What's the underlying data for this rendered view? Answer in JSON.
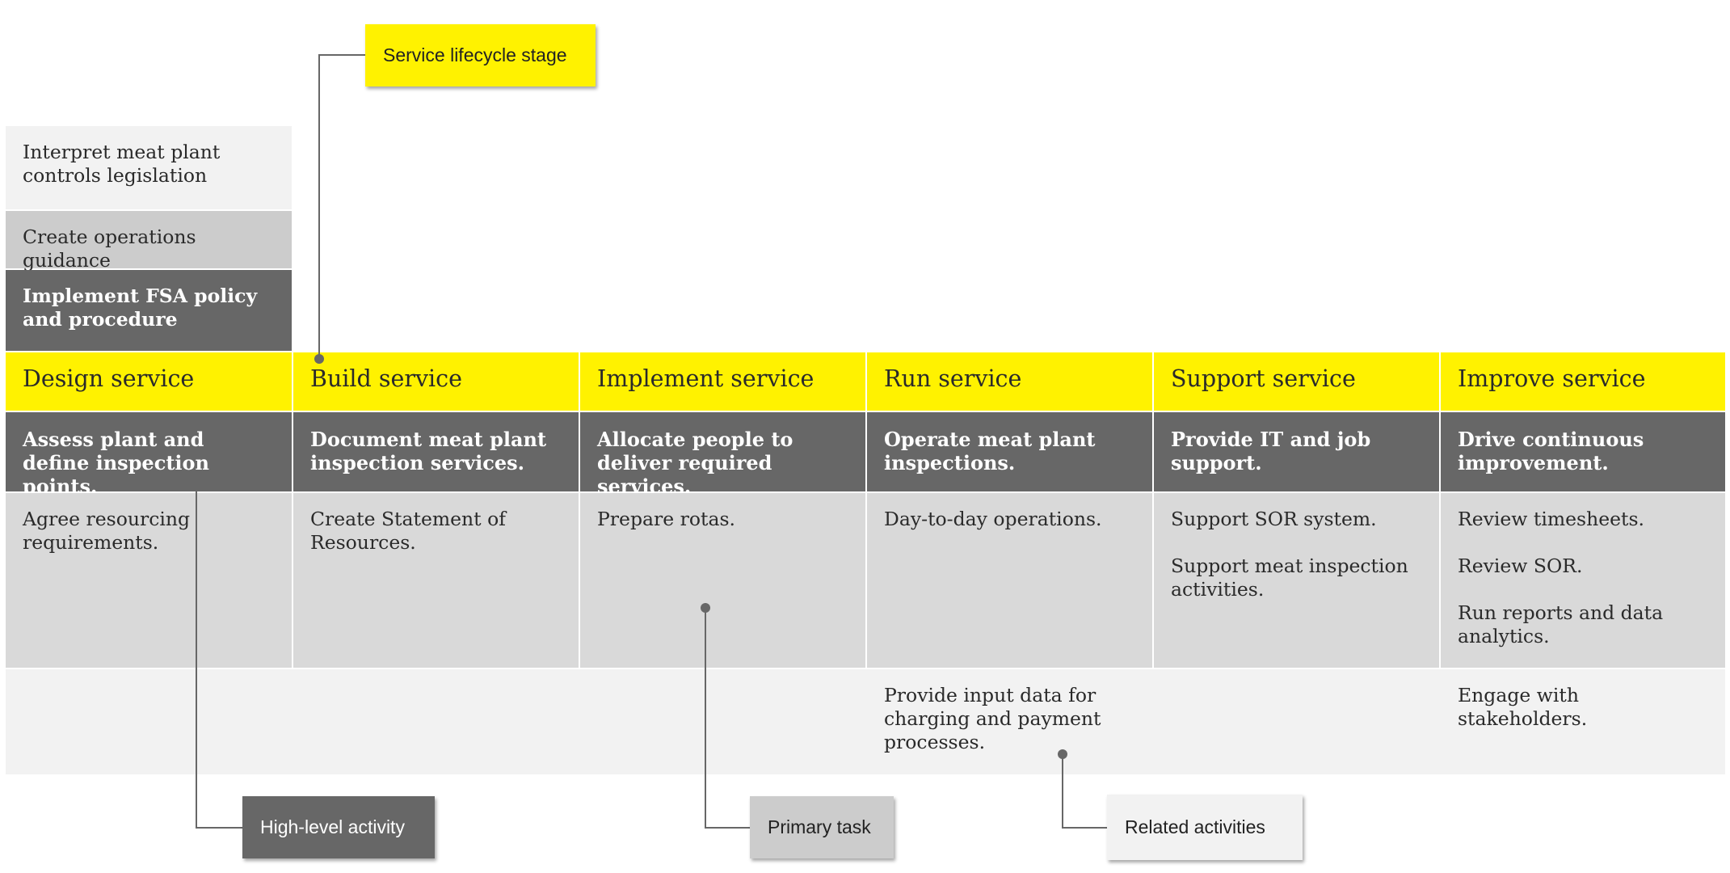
{
  "left_stack": [
    {
      "label": "Interpret meat plant controls legislation",
      "color": "#f2f2f2"
    },
    {
      "label": "Create operations guidance",
      "color": "#cccccc"
    },
    {
      "label": "Implement FSA policy and procedure",
      "color": "#676767"
    }
  ],
  "columns": [
    {
      "stage": "Design service",
      "activity": "Assess plant and define inspection points.",
      "tasks": [
        "Agree resourcing requirements."
      ],
      "related": []
    },
    {
      "stage": "Build service",
      "activity": "Document meat plant inspection services.",
      "tasks": [
        "Create Statement of Resources."
      ],
      "related": []
    },
    {
      "stage": "Implement service",
      "activity": "Allocate people to deliver required services.",
      "tasks": [
        "Prepare rotas."
      ],
      "related": []
    },
    {
      "stage": "Run service",
      "activity": "Operate meat plant inspections.",
      "tasks": [
        "Day-to-day operations."
      ],
      "related": [
        "Provide input data for charging and payment processes."
      ]
    },
    {
      "stage": "Support service",
      "activity": "Provide IT and job support.",
      "tasks": [
        "Support SOR system.",
        "Support meat inspection activities."
      ],
      "related": []
    },
    {
      "stage": "Improve service",
      "activity": "Drive continuous improvement.",
      "tasks": [
        "Review timesheets.",
        "Review SOR.",
        "Run reports and data analytics."
      ],
      "related": [
        "Engage with stakeholders."
      ]
    }
  ],
  "legend": {
    "stage": "Service lifecycle stage",
    "activity": "High-level activity",
    "task": "Primary task",
    "related": "Related activities"
  },
  "colors": {
    "yellow": "#fff200",
    "dark_grey": "#676767",
    "mid_grey": "#d9d9d9",
    "light_grey": "#f2f2f2",
    "connector": "#676767"
  }
}
